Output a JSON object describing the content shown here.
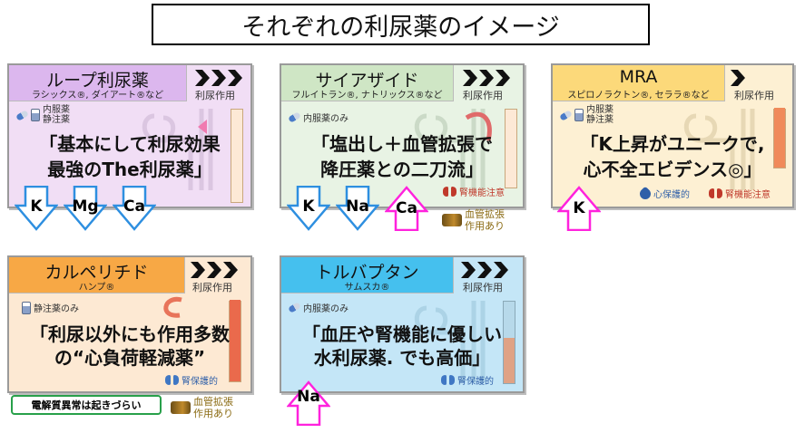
{
  "title": "それぞれの利尿薬のイメージ",
  "cards": {
    "loop": {
      "name": "ループ利尿薬",
      "sub": "ラシックス®, ダイアート®など",
      "effect": "利尿作用",
      "route1": "内服薬",
      "route2": "静注薬",
      "q1": "「基本にして利尿効果",
      "q2": "最強のThe利尿薬」",
      "chev": 3,
      "ions": [
        "K",
        "Mg",
        "Ca"
      ]
    },
    "thiazide": {
      "name": "サイアザイド",
      "sub": "フルイトラン®, ナトリックス®など",
      "effect": "利尿作用",
      "route1": "内服薬のみ",
      "q1": "「塩出し＋血管拡張で",
      "q2": "降圧薬との二刀流」",
      "chev": 3,
      "renal_caution": "腎機能注意",
      "ions_down": [
        "K",
        "Na"
      ],
      "ions_up": [
        "Ca"
      ],
      "vaso1": "血管拡張",
      "vaso2": "作用あり"
    },
    "mra": {
      "name": "MRA",
      "sub": "スピロノラクトン®, セララ®など",
      "effect": "利尿作用",
      "route1": "内服薬",
      "route2": "静注薬",
      "q1": "「K上昇がユニークで,",
      "q2": "心不全エビデンス◎」",
      "chev": 1,
      "cardio": "心保護的",
      "renal_caution": "腎機能注意",
      "ions_up": [
        "K"
      ]
    },
    "anp": {
      "name": "カルペリチド",
      "sub": "ハンプ®",
      "effect": "利尿作用",
      "route1": "静注薬のみ",
      "q1": "「利尿以外にも作用多数",
      "q2": "の“心負荷軽減薬”",
      "chev": 3,
      "renal": "腎保護的",
      "electrolyte": "電解質異常は起きづらい",
      "vaso1": "血管拡張",
      "vaso2": "作用あり"
    },
    "tolvaptan": {
      "name": "トルバプタン",
      "sub": "サムスカ®",
      "effect": "利尿作用",
      "route1": "内服薬のみ",
      "q1": "「血圧や腎機能に優しい",
      "q2": "水利尿薬. でも高価」",
      "chev": 3,
      "renal": "腎保護的",
      "ions_up": [
        "Na"
      ]
    }
  },
  "colors": {
    "loop_bg": "#f1def5",
    "loop_hdr": "#dcb7ee",
    "thiazide_bg": "#e8f3e4",
    "thiazide_hdr": "#cfe6c5",
    "mra_bg": "#fdf0d3",
    "mra_hdr": "#fcd97a",
    "anp_bg": "#fde9d3",
    "anp_hdr": "#f7a845",
    "tol_bg": "#c4e6f7",
    "tol_hdr": "#45c0ee",
    "down_arrow": "#2e8fe0",
    "up_arrow": "#ff22dd",
    "bar_fill": "#f08a5a",
    "green_border": "#28a04a"
  }
}
